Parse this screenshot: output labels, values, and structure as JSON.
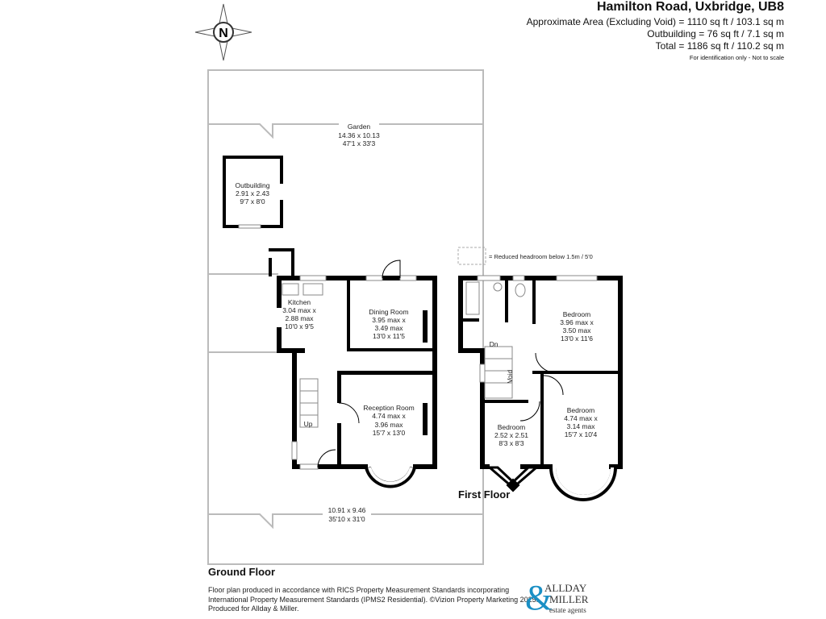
{
  "header": {
    "title": "Hamilton Road, Uxbridge, UB8",
    "area_lines": [
      "Approximate Area (Excluding Void) = 1110 sq ft / 103.1 sq m",
      "Outbuilding = 76 sq ft / 7.1 sq m",
      "Total = 1186 sq ft / 110.2 sq m"
    ],
    "note": "For identification only - Not to scale"
  },
  "compass": {
    "label": "N"
  },
  "legend": {
    "text": "= Reduced headroom below 1.5m / 5'0"
  },
  "ground_floor": {
    "label": "Ground Floor",
    "garden": {
      "name": "Garden",
      "metric": "14.36 x 10.13",
      "imperial": "47'1 x 33'3"
    },
    "front_garden": {
      "metric": "10.91 x 9.46",
      "imperial": "35'10 x 31'0"
    },
    "outbuilding": {
      "name": "Outbuilding",
      "metric": "2.91 x 2.43",
      "imperial": "9'7 x 8'0"
    },
    "kitchen": {
      "name": "Kitchen",
      "l1": "3.04 max x",
      "l2": "2.88 max",
      "imperial": "10'0 x 9'5"
    },
    "dining": {
      "name": "Dining Room",
      "l1": "3.95 max x",
      "l2": "3.49 max",
      "imperial": "13'0 x 11'5"
    },
    "reception": {
      "name": "Reception Room",
      "l1": "4.74 max x",
      "l2": "3.96 max",
      "imperial": "15'7 x 13'0"
    },
    "stairs": "Up"
  },
  "first_floor": {
    "label": "First Floor",
    "bedroom1": {
      "name": "Bedroom",
      "l1": "3.96 max x",
      "l2": "3.50 max",
      "imperial": "13'0 x 11'6"
    },
    "bedroom2": {
      "name": "Bedroom",
      "l1": "4.74 max x",
      "l2": "3.14 max",
      "imperial": "15'7 x 10'4"
    },
    "bedroom3": {
      "name": "Bedroom",
      "l1": "2.52 x 2.51",
      "imperial": "8'3 x 8'3"
    },
    "stairs": "Dn",
    "void": "Void"
  },
  "footer": {
    "lines": [
      "Floor plan produced in accordance with RICS Property Measurement Standards incorporating",
      "International Property Measurement Standards (IPMS2 Residential). ©Vizion Property Marketing 2025.",
      "Produced for Allday & Miller."
    ]
  },
  "logo": {
    "line1": "ALLDAY",
    "line2": "MILLER",
    "line3": "estate agents",
    "amp": "&",
    "color": "#1a8fc4"
  }
}
